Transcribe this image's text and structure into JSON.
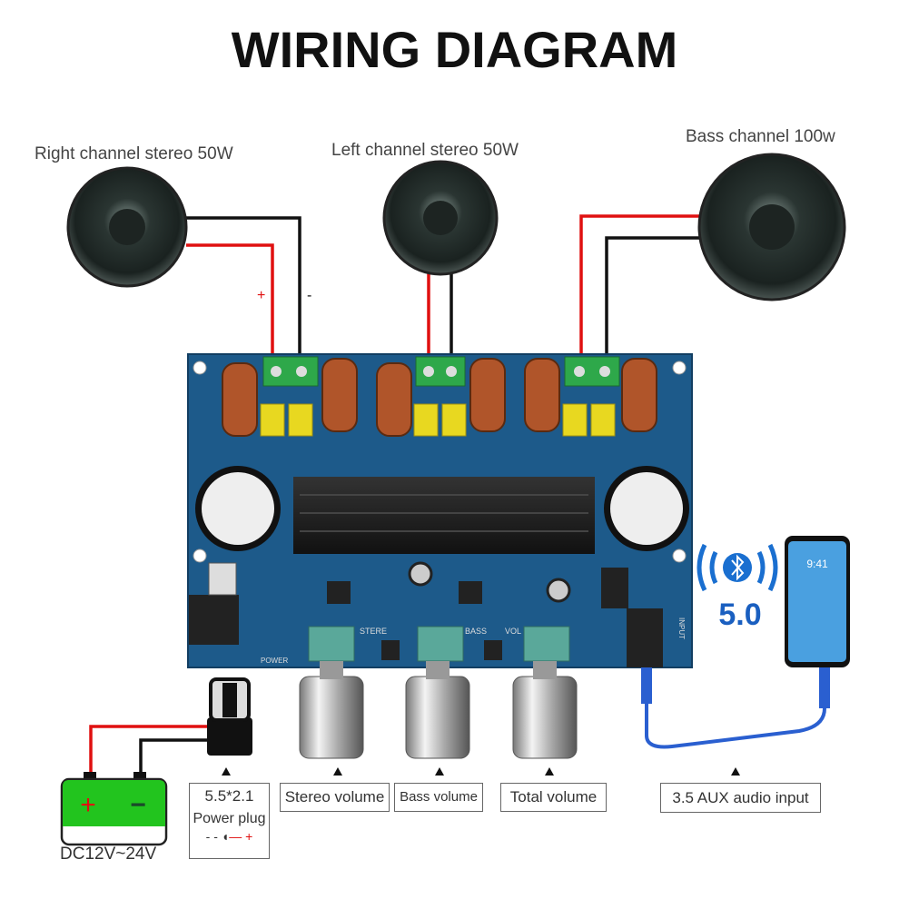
{
  "title": "WIRING DIAGRAM",
  "speakers": {
    "right": "Right channel stereo 50W",
    "left": "Left channel stereo 50W",
    "bass": "Bass channel 100w"
  },
  "polarity": {
    "plus": "+",
    "minus": "-"
  },
  "board": {
    "stereo": "STERE",
    "bass": "BASS",
    "vol": "VOL",
    "power": "POWER",
    "input": "INPUT"
  },
  "bluetooth": {
    "version": "5.0",
    "phone_time": "9:41"
  },
  "battery": {
    "plus": "+",
    "minus": "−",
    "label": "DC12V~24V"
  },
  "labels": {
    "power_size": "5.5*2.1",
    "power_plug": "Power plug",
    "power_symbol_minus": "- -",
    "power_symbol_plus": "+",
    "stereo_volume": "Stereo volume",
    "bass_volume": "Bass volume",
    "total_volume": "Total volume",
    "aux_input": "3.5 AUX audio input"
  },
  "colors": {
    "board": "#1d5a8a",
    "wire_red": "#e01010",
    "wire_black": "#111111",
    "battery": "#22c41e",
    "cable": "#2a5fd0"
  }
}
